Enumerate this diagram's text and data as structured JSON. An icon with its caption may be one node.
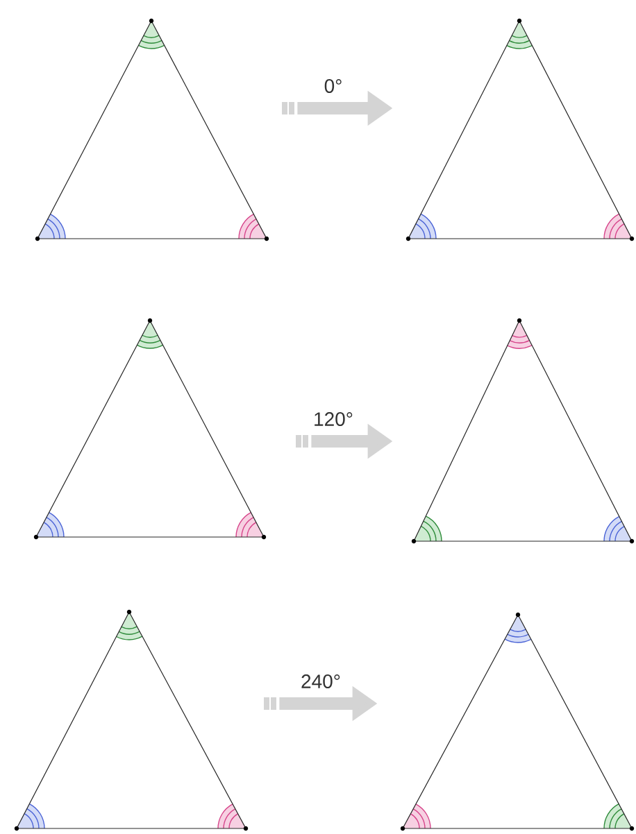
{
  "diagram": {
    "nodes": [
      {
        "text": [],
        "shape": "triangle"
      },
      {
        "text": [],
        "shape": "triangle"
      },
      {
        "text": [],
        "shape": "triangle"
      },
      {
        "text": [],
        "shape": "triangle"
      },
      {
        "text": [],
        "shape": "triangle"
      },
      {
        "text": [],
        "shape": "triangle"
      }
    ],
    "edges": [
      {
        "from": 0,
        "to": 1,
        "arrow": "to",
        "label": "0°"
      },
      {
        "from": 2,
        "to": 3,
        "arrow": "to",
        "label": "120°"
      },
      {
        "from": 4,
        "to": 5,
        "arrow": "to",
        "label": "240°"
      }
    ]
  }
}
